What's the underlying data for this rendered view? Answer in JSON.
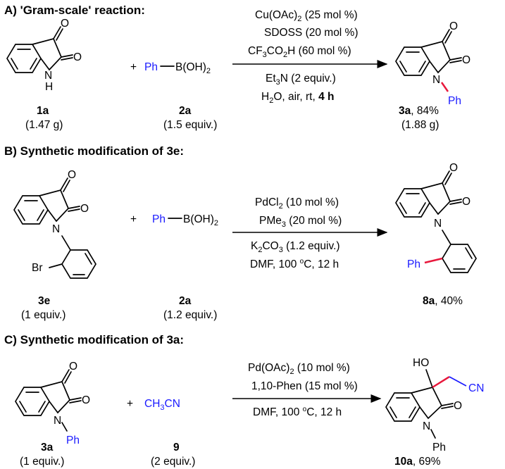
{
  "colors": {
    "blue": "#1a1aff",
    "red": "#e8183c",
    "text": "#000000"
  },
  "sections": {
    "a": {
      "title": "A) 'Gram-scale' reaction:",
      "plus": "+",
      "sm1": {
        "label": "1a",
        "amount": "(1.47 g)"
      },
      "reagent": {
        "ph": "Ph",
        "boron": "B(OH)",
        "label": "2a",
        "amount": "(1.5 equiv.)"
      },
      "conditions": {
        "line1": "Cu(OAc)",
        "line1_end": " (25 mol %)",
        "line2": "SDOSS (20 mol %)",
        "line3_a": "CF",
        "line3_b": "CO",
        "line3_c": "H (60 mol %)",
        "line4_a": "Et",
        "line4_b": "N (2 equiv.)",
        "line5_a": "H",
        "line5_b": "O, air, rt, ",
        "line5_c": "4 h"
      },
      "product": {
        "label": "3a",
        "yield": ", 84%",
        "amount": "(1.88 g)"
      }
    },
    "b": {
      "title": "B) Synthetic modification of 3e:",
      "plus": "+",
      "sm1": {
        "label": "3e",
        "amount": "(1 equiv.)",
        "br": "Br"
      },
      "reagent": {
        "ph": "Ph",
        "boron": "B(OH)",
        "label": "2a",
        "amount": "(1.2 equiv.)"
      },
      "conditions": {
        "line1": "PdCl",
        "line1_end": " (10 mol %)",
        "line2_a": "PMe",
        "line2_b": " (20 mol %)",
        "line3_a": "K",
        "line3_b": "CO",
        "line3_c": " (1.2 equiv.)",
        "line4_a": "DMF, 100 ",
        "line4_b": "o",
        "line4_c": "C, 12 h"
      },
      "product": {
        "label": "8a",
        "yield": ", 40%",
        "ph": "Ph"
      }
    },
    "c": {
      "title": "C) Synthetic modification of 3a:",
      "plus": "+",
      "sm1": {
        "label": "3a",
        "amount": "(1 equiv.)"
      },
      "reagent": {
        "formula_a": "CH",
        "formula_b": "CN",
        "label": "9",
        "amount": "(2 equiv.)"
      },
      "conditions": {
        "line1": "Pd(OAc)",
        "line1_end": " (10 mol %)",
        "line2": "1,10-Phen (15 mol %)",
        "line3_a": "DMF, 100 ",
        "line3_b": "o",
        "line3_c": "C, 12 h"
      },
      "product": {
        "label": "10a",
        "yield": ", 69%",
        "ho": "HO",
        "cn": "CN"
      }
    }
  },
  "atoms": {
    "O": "O",
    "N": "N",
    "H": "H",
    "Ph": "Ph",
    "two": "2",
    "three": "3"
  }
}
